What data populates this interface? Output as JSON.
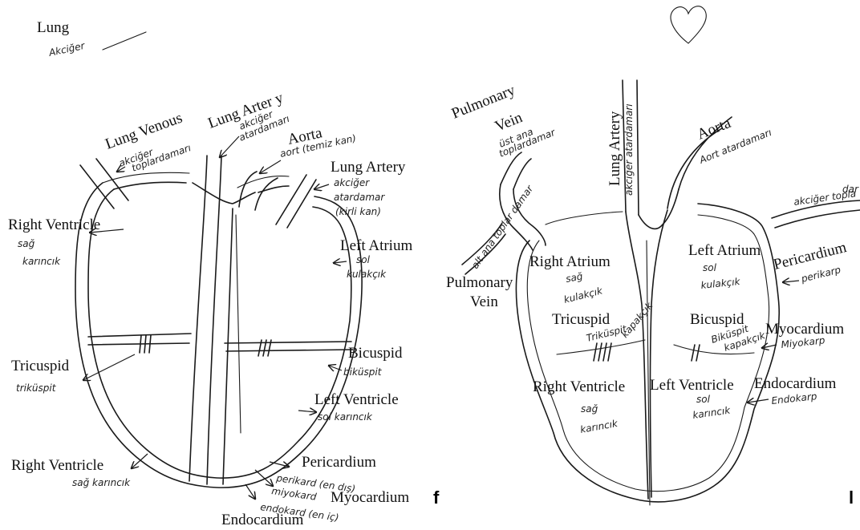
{
  "header": {
    "lung_label": "Lung",
    "lung_handwritten": "Akciğer"
  },
  "figure_f": {
    "panel_letter": "f",
    "labels": {
      "lung_venous": "Lung Venous",
      "lung_venous_hw1": "akciğer",
      "lung_venous_hw2": "toplardamarı",
      "lung_artery_top": "Lung Arter y",
      "lung_artery_top_hw1": "akciğer",
      "lung_artery_top_hw2": "atardamarı",
      "aorta": "Aorta",
      "aorta_hw": "aort (temiz kan)",
      "lung_artery_right": "Lung Artery",
      "lung_artery_right_hw1": "akciğer",
      "lung_artery_right_hw2": "atardamar",
      "lung_artery_right_hw3": "(kirli kan)",
      "right_ventricle_top": "Right Ventricle",
      "right_ventricle_top_hw1": "sağ",
      "right_ventricle_top_hw2": "karıncık",
      "left_atrium": "Left Atrium",
      "left_atrium_hw1": "sol",
      "left_atrium_hw2": "kulakçık",
      "tricuspid": "Tricuspid",
      "tricuspid_hw": "triküspit",
      "bicuspid": "Bicuspid",
      "bicuspid_hw": "biküspit",
      "left_ventricle": "Left Ventricle",
      "left_ventricle_hw": "sol karıncık",
      "right_ventricle_bottom": "Right Ventricle",
      "right_ventricle_bottom_hw": "sağ karıncık",
      "pericardium": "Pericardium",
      "pericardium_hw": "perikard (en dış)",
      "myocardium_hw": "miyokard",
      "myocardium": "Myocardium",
      "endocardium_hw": "endokard (en iç)",
      "endocardium": "Endocardium"
    }
  },
  "figure_l": {
    "panel_letter": "l",
    "labels": {
      "pulmonary_vein_top": "Pulmonary",
      "pulmonary_vein_top2": "Vein",
      "pulmonary_vein_top_hw1": "üst ana",
      "pulmonary_vein_top_hw2": "toplardamar",
      "pulmonary_vein_side_hw": "alt ana toplar damar",
      "lung_artery": "Lung Artery",
      "lung_artery_hw": "akciğer atardamarı",
      "aorta": "Aorta",
      "aorta_hw": "Aort atardamarı",
      "right_edge_hw1": "akciğer topla",
      "right_edge_hw2": "dar",
      "right_atrium": "Right Atrium",
      "right_atrium_hw1": "sağ",
      "right_atrium_hw2": "kulakçık",
      "left_atrium": "Left Atrium",
      "left_atrium_hw1": "sol",
      "left_atrium_hw2": "kulakçık",
      "pericardium": "Pericardium",
      "pericardium_hw": "perikarp",
      "pulmonary_vein_left": "Pulmonary",
      "pulmonary_vein_left2": "Vein",
      "tricuspid": "Tricuspid",
      "tricuspid_hw1": "Triküspit",
      "tricuspid_hw2": "kapakçık",
      "bicuspid": "Bicuspid",
      "bicuspid_hw1": "Biküspit",
      "bicuspid_hw2": "kapakçık",
      "myocardium": "Myocardium",
      "myocardium_hw": "Miyokarp",
      "right_ventricle": "Right Ventricle",
      "right_ventricle_hw1": "sağ",
      "right_ventricle_hw2": "karıncık",
      "left_ventricle": "Left Ventricle",
      "left_ventricle_hw1": "sol",
      "left_ventricle_hw2": "karıncık",
      "endocardium": "Endocardium",
      "endocardium_hw": "Endokarp"
    }
  },
  "icons": {
    "heart_doodle": "heart-icon"
  }
}
